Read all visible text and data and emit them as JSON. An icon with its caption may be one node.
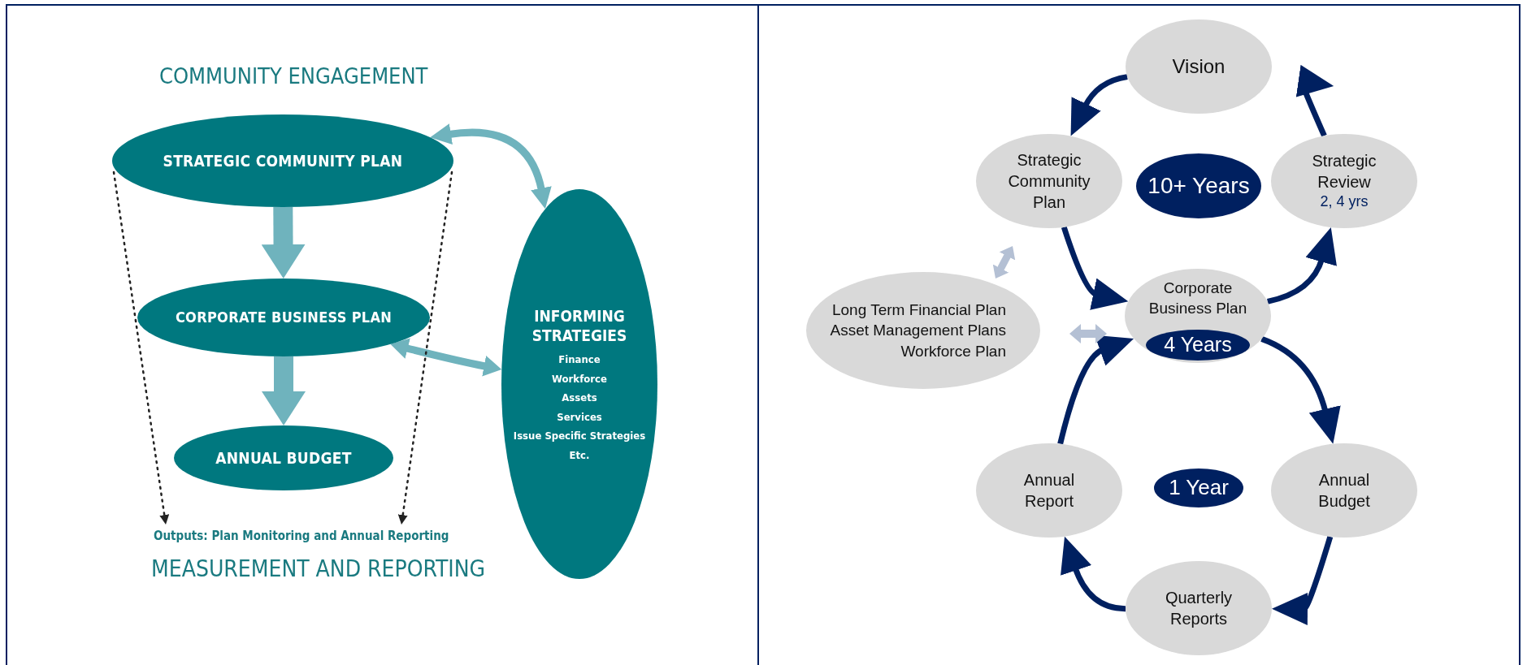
{
  "diagram": {
    "nodes": [
      {
        "text": [
          "STRATEGIC COMMUNITY PLAN"
        ]
      },
      {
        "text": [
          "CORPORATE BUSINESS PLAN"
        ]
      },
      {
        "text": [
          "ANNUAL BUDGET"
        ]
      },
      {
        "text": [
          "INFORMING STRATEGIES",
          "Finance",
          "Workforce",
          "Assets",
          "Services",
          "Issue Specific Strategies",
          "Etc."
        ]
      },
      {
        "text": [
          "Vision"
        ]
      },
      {
        "text": [
          "Strategic Community Plan"
        ]
      },
      {
        "text": [
          "10+ Years"
        ]
      },
      {
        "text": [
          "Strategic Review",
          "2, 4 yrs"
        ]
      },
      {
        "text": [
          "Long Term Financial Plan",
          "Asset Management Plans",
          "Workforce Plan"
        ]
      },
      {
        "text": [
          "Corporate Business Plan"
        ]
      },
      {
        "text": [
          "4 Years"
        ],
        "in": 9
      },
      {
        "text": [
          "Annual Report"
        ]
      },
      {
        "text": [
          "1 Year"
        ]
      },
      {
        "text": [
          "Annual Budget"
        ]
      },
      {
        "text": [
          "Quarterly Reports"
        ]
      },
      {
        "text": [
          "Outputs: Plan Monitoring and Annual Reporting"
        ]
      }
    ],
    "edges": [
      {
        "from": 0,
        "to": 1,
        "arrow": "to",
        "style": "thick",
        "color": "#6fb3bd"
      },
      {
        "from": 1,
        "to": 2,
        "arrow": "to",
        "style": "thick",
        "color": "#6fb3bd"
      },
      {
        "from": 0,
        "to": 3,
        "arrow": "both",
        "color": "#6fb3bd"
      },
      {
        "from": 1,
        "to": 3,
        "arrow": "both",
        "color": "#6fb3bd"
      },
      {
        "from": 0,
        "to": 15,
        "arrow": "to",
        "style": "dashed",
        "color": "#222222"
      },
      {
        "from": 0,
        "to": 15,
        "arrow": "to",
        "style": "dashed",
        "color": "#222222"
      },
      {
        "from": 4,
        "to": 5,
        "arrow": "to"
      },
      {
        "from": 5,
        "to": 9,
        "arrow": "to"
      },
      {
        "from": 9,
        "to": 7,
        "arrow": "to"
      },
      {
        "from": 7,
        "to": 4,
        "arrow": "to"
      },
      {
        "from": 9,
        "to": 13,
        "arrow": "to"
      },
      {
        "from": 13,
        "to": 14,
        "arrow": "to"
      },
      {
        "from": 14,
        "to": 11,
        "arrow": "to"
      },
      {
        "from": 11,
        "to": 9,
        "arrow": "to"
      },
      {
        "from": 8,
        "to": 5,
        "arrow": "both",
        "color": "#b4c0d4"
      },
      {
        "from": 8,
        "to": 9,
        "arrow": "both",
        "color": "#b4c0d4"
      }
    ],
    "labels": [
      "COMMUNITY ENGAGEMENT",
      "MEASUREMENT AND REPORTING"
    ]
  }
}
